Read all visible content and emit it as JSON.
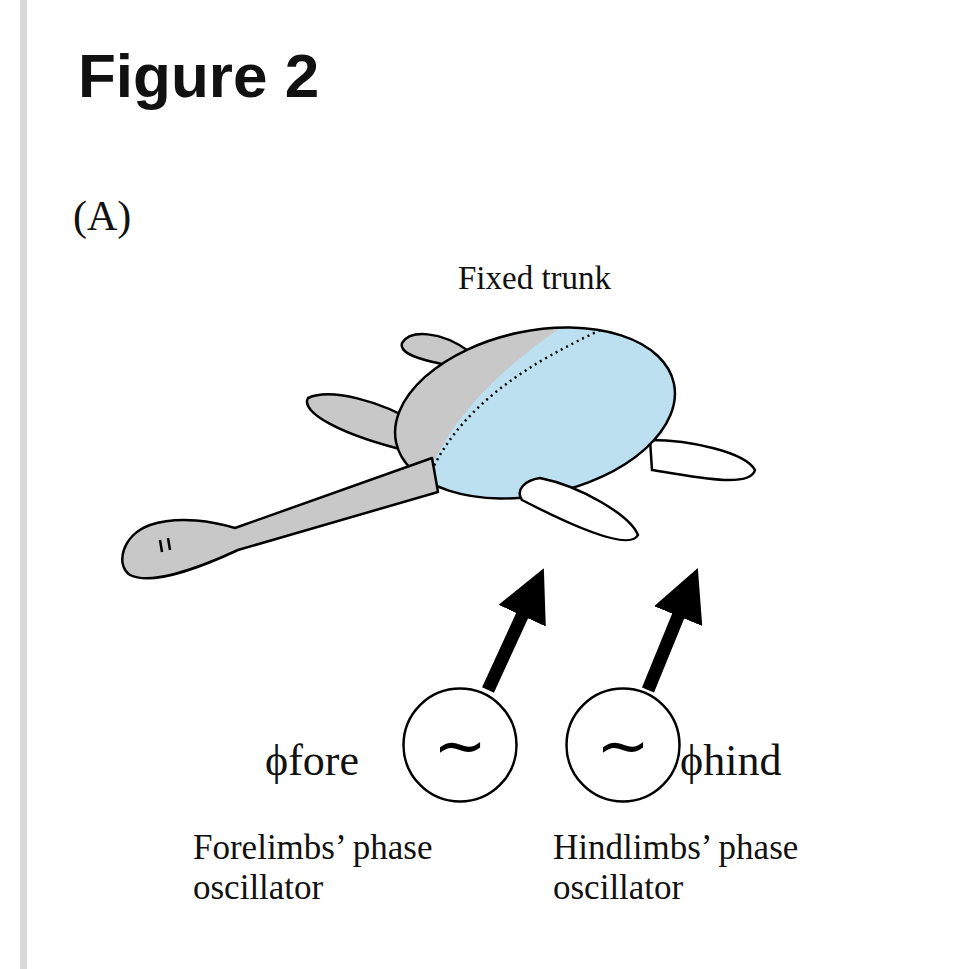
{
  "diagram": {
    "title": "Figure 2",
    "nodes": [
      {
        "text": [
          "~"
        ]
      },
      {
        "text": [
          "~"
        ]
      }
    ],
    "labels": [
      "(A)",
      "Fixed trunk",
      "ϕfore",
      "ϕhind",
      "Forelimbs’ phase oscillator",
      "Hindlimbs’ phase oscillator"
    ]
  }
}
